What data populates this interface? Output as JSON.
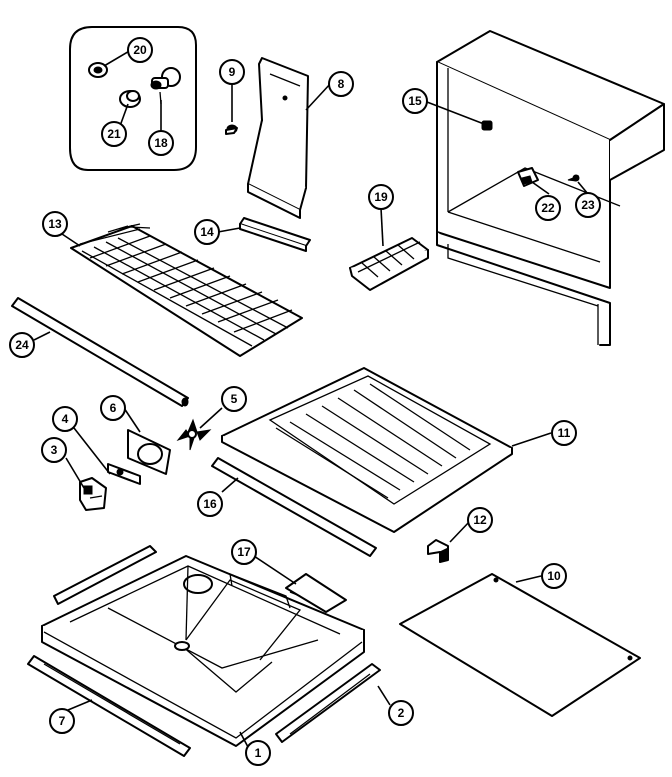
{
  "callouts": [
    {
      "id": "20",
      "label": "20"
    },
    {
      "id": "21",
      "label": "21"
    },
    {
      "id": "18",
      "label": "18"
    },
    {
      "id": "9",
      "label": "9"
    },
    {
      "id": "8",
      "label": "8"
    },
    {
      "id": "15",
      "label": "15"
    },
    {
      "id": "19",
      "label": "19"
    },
    {
      "id": "22",
      "label": "22"
    },
    {
      "id": "23",
      "label": "23"
    },
    {
      "id": "13",
      "label": "13"
    },
    {
      "id": "14",
      "label": "14"
    },
    {
      "id": "24",
      "label": "24"
    },
    {
      "id": "4",
      "label": "4"
    },
    {
      "id": "6",
      "label": "6"
    },
    {
      "id": "5",
      "label": "5"
    },
    {
      "id": "3",
      "label": "3"
    },
    {
      "id": "11",
      "label": "11"
    },
    {
      "id": "16",
      "label": "16"
    },
    {
      "id": "12",
      "label": "12"
    },
    {
      "id": "17",
      "label": "17"
    },
    {
      "id": "10",
      "label": "10"
    },
    {
      "id": "7",
      "label": "7"
    },
    {
      "id": "2",
      "label": "2"
    },
    {
      "id": "1",
      "label": "1"
    }
  ]
}
